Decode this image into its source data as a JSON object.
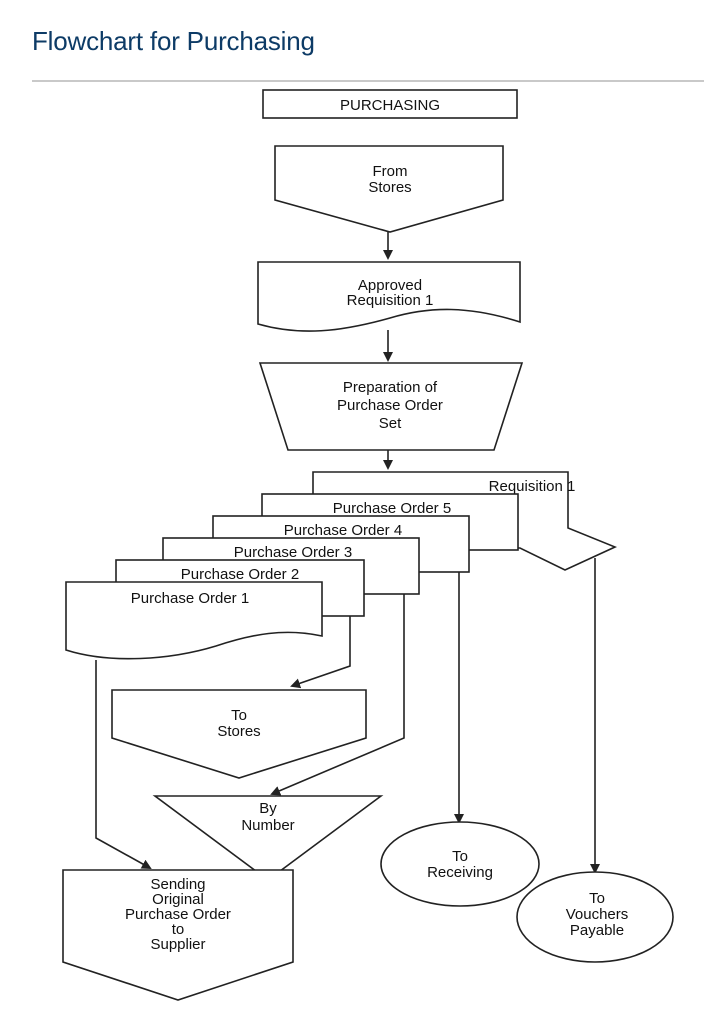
{
  "header": {
    "title": "Flowchart for Purchasing"
  },
  "nodes": {
    "purchasing": "PURCHASING",
    "from_stores": [
      "From",
      "Stores"
    ],
    "approved_requisition": [
      "Approved",
      "Requisition 1"
    ],
    "preparation": [
      "Preparation of",
      "Purchase Order",
      "Set"
    ],
    "requisition_1": "Requisition 1",
    "purchase_order_5": "Purchase Order 5",
    "purchase_order_4": "Purchase Order 4",
    "purchase_order_3": "Purchase Order 3",
    "purchase_order_2": "Purchase Order 2",
    "purchase_order_1": "Purchase Order 1",
    "to_stores": [
      "To",
      "Stores"
    ],
    "by_number": [
      "By",
      "Number"
    ],
    "to_receiving": [
      "To",
      "Receiving"
    ],
    "to_vouchers_payable": [
      "To",
      "Vouchers",
      "Payable"
    ],
    "sending_original": [
      "Sending",
      "Original",
      "Purchase Order",
      "to",
      "Supplier"
    ]
  }
}
